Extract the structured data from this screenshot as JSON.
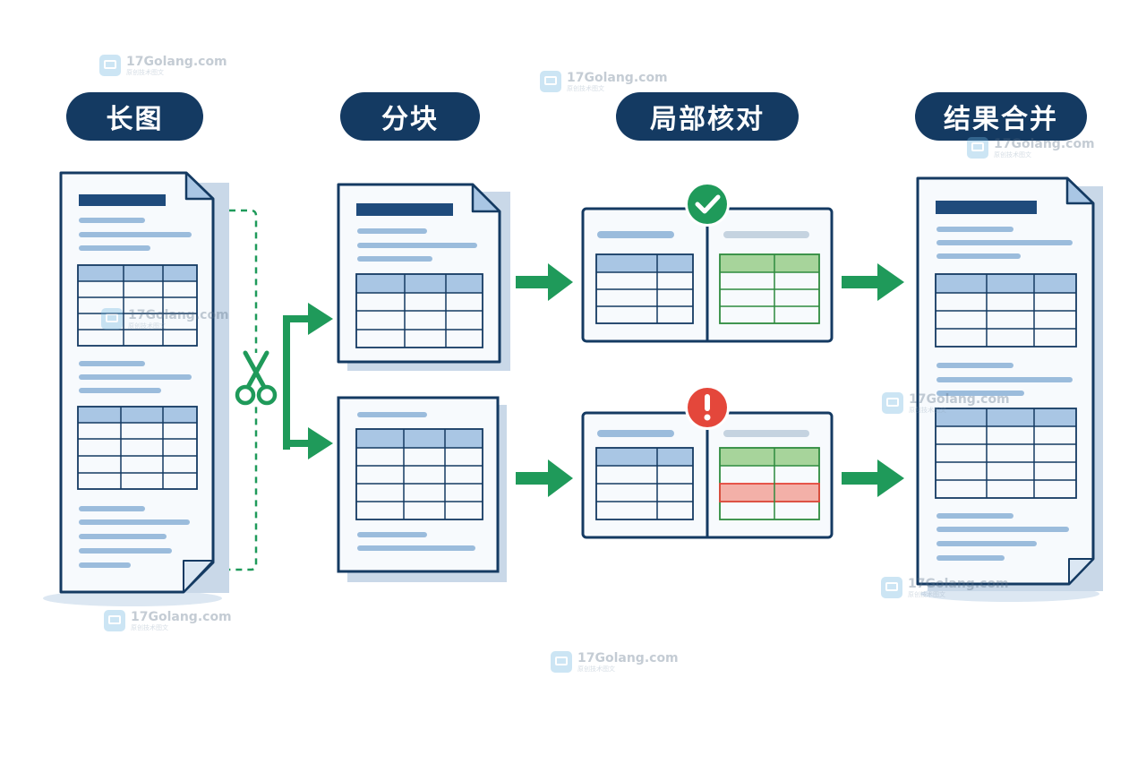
{
  "stages": [
    {
      "label": "长图"
    },
    {
      "label": "分块"
    },
    {
      "label": "局部核对"
    },
    {
      "label": "结果合并"
    }
  ],
  "watermark": {
    "site": "17Golang.com",
    "subtitle": "原创技术图文"
  },
  "colors": {
    "navy": "#143a62",
    "line_blue": "#9bbcdc",
    "header_blue": "#a9c6e4",
    "green": "#1f9a5a",
    "green_fill": "#a7d49b",
    "error_fill": "#f3b0a8",
    "error_red": "#e4473b",
    "shadow": "#c9d8e8"
  },
  "icons": {
    "cut": "scissors-icon",
    "ok": "check-circle-icon",
    "error": "exclamation-circle-icon",
    "flow": "arrow-right-icon"
  }
}
